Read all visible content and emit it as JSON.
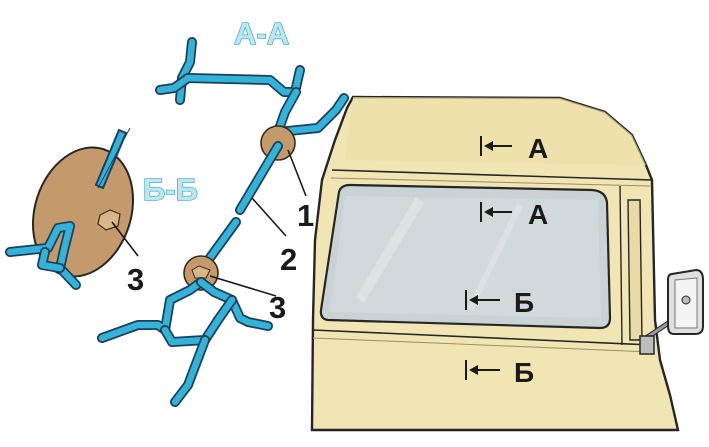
{
  "diagram": {
    "section_titles": {
      "a_a": "А-А",
      "b_b": "Б-Б"
    },
    "callouts": {
      "one": "1",
      "two": "2",
      "three_main": "3",
      "three_detail": "3"
    },
    "section_markers": [
      {
        "letter": "А"
      },
      {
        "letter": "А"
      },
      {
        "letter": "Б"
      },
      {
        "letter": "Б"
      }
    ],
    "colors": {
      "profile_outline": "#1d3f57",
      "profile_fill": "#33b3d9",
      "seal_fill": "#c49a6c",
      "cab_body": "#f1e5b4",
      "glass": "#c9d3d6",
      "section_title": "#bfe6ee"
    }
  }
}
